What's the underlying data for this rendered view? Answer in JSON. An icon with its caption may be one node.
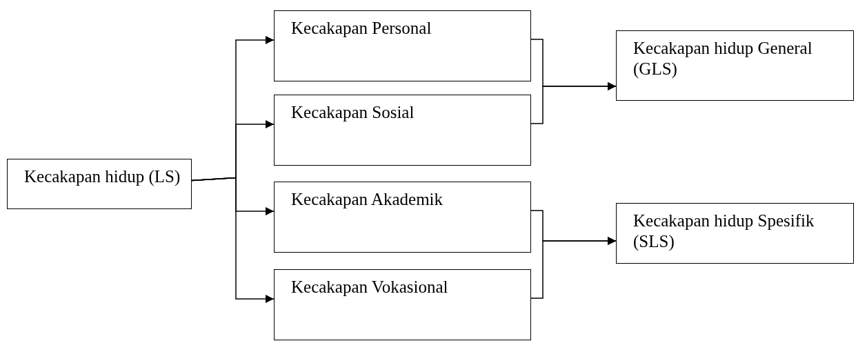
{
  "diagram": {
    "nodes": [
      {
        "text": [
          "Kecakapan hidup (LS)"
        ]
      },
      {
        "text": [
          "Kecakapan Personal"
        ]
      },
      {
        "text": [
          "Kecakapan Sosial"
        ]
      },
      {
        "text": [
          "Kecakapan Akademik"
        ]
      },
      {
        "text": [
          "Kecakapan Vokasional"
        ]
      },
      {
        "text": [
          "Kecakapan hidup General (GLS)"
        ]
      },
      {
        "text": [
          "Kecakapan hidup Spesifik (SLS)"
        ]
      }
    ],
    "edges": [
      {
        "from": 0,
        "to": 1,
        "arrow": "to"
      },
      {
        "from": 0,
        "to": 2,
        "arrow": "to"
      },
      {
        "from": 0,
        "to": 3,
        "arrow": "to"
      },
      {
        "from": 0,
        "to": 4,
        "arrow": "to"
      },
      {
        "from": 1,
        "to": 5,
        "arrow": "to"
      },
      {
        "from": 2,
        "to": 5,
        "arrow": "to"
      },
      {
        "from": 3,
        "to": 6,
        "arrow": "to"
      },
      {
        "from": 4,
        "to": 6,
        "arrow": "to"
      }
    ]
  }
}
